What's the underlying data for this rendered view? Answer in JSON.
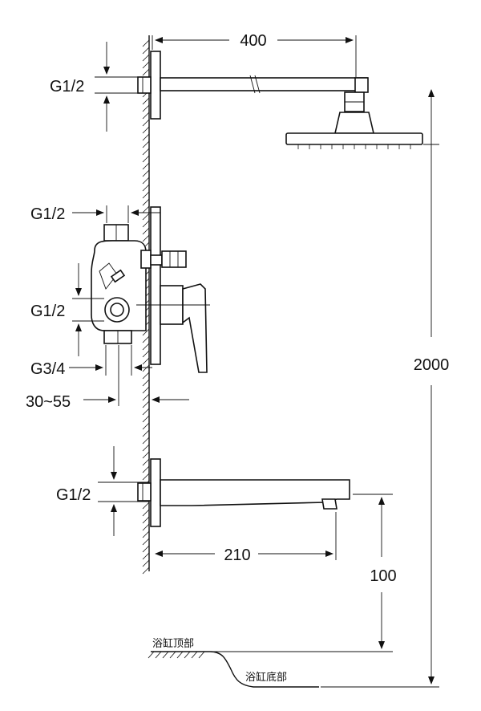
{
  "labels": {
    "top_width": "400",
    "overall_height": "2000",
    "spout_length": "210",
    "spout_height": "100",
    "thread_arm": "G1/2",
    "thread_valve_top": "G1/2",
    "thread_valve_mid": "G1/2",
    "thread_valve_low": "G3/4",
    "wall_range": "30~55",
    "thread_spout": "G1/2",
    "bath_top": "浴缸顶部",
    "bath_bottom": "浴缸底部"
  }
}
